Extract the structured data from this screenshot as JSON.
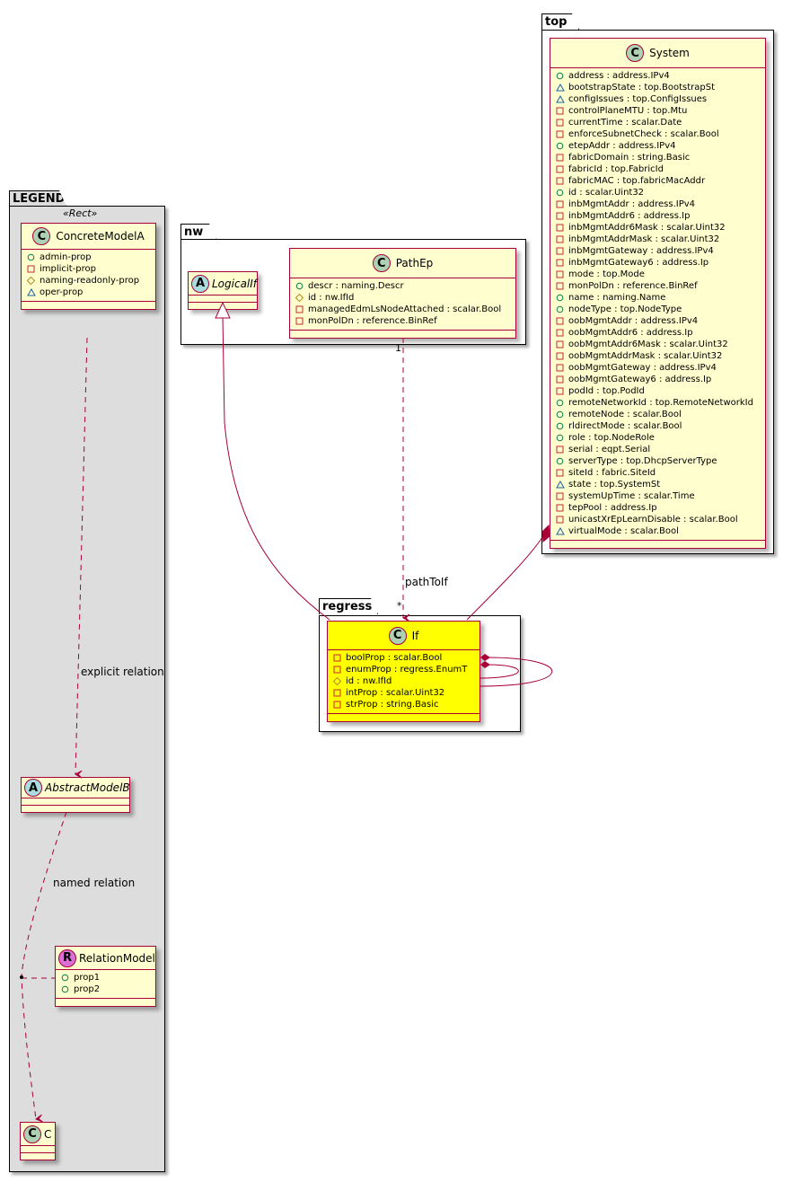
{
  "packages": {
    "top": "top",
    "nw": "nw",
    "regress": "regress",
    "legend": "LEGEND"
  },
  "legend": {
    "stereotype": "«Rect»",
    "concrete": {
      "name": "ConcreteModelA",
      "icon": "C",
      "attrs": [
        {
          "vis": "public",
          "text": "admin-prop"
        },
        {
          "vis": "private",
          "text": "implicit-prop"
        },
        {
          "vis": "protected",
          "text": "naming-readonly-prop"
        },
        {
          "vis": "package",
          "text": "oper-prop"
        }
      ]
    },
    "abstract": {
      "name": "AbstractModelB",
      "icon": "A"
    },
    "relation": {
      "name": "RelationModel",
      "icon": "R",
      "attrs": [
        {
          "vis": "public",
          "text": "prop1"
        },
        {
          "vis": "public",
          "text": "prop2"
        }
      ]
    },
    "c": {
      "name": "C",
      "icon": "C"
    },
    "explicit_relation_label": "explicit relation",
    "named_relation_label": "named relation"
  },
  "nw": {
    "logicalif": {
      "name": "LogicalIf",
      "icon": "A"
    },
    "pathep": {
      "name": "PathEp",
      "icon": "C",
      "attrs": [
        {
          "vis": "public",
          "text": "descr : naming.Descr"
        },
        {
          "vis": "protected",
          "text": "id : nw.IfId"
        },
        {
          "vis": "private",
          "text": "managedEdmLsNodeAttached : scalar.Bool"
        },
        {
          "vis": "private",
          "text": "monPolDn : reference.BinRef"
        }
      ]
    }
  },
  "regress": {
    "if": {
      "name": "If",
      "icon": "C",
      "attrs": [
        {
          "vis": "private",
          "text": "boolProp : scalar.Bool"
        },
        {
          "vis": "private",
          "text": "enumProp : regress.EnumT"
        },
        {
          "vis": "protected",
          "text": "id : nw.IfId"
        },
        {
          "vis": "private",
          "text": "intProp : scalar.Uint32"
        },
        {
          "vis": "private",
          "text": "strProp : string.Basic"
        }
      ]
    }
  },
  "relations": {
    "pathToIf_label": "pathToIf",
    "pathToIf_source_mult": "1",
    "pathToIf_target_mult": "*"
  },
  "top": {
    "system": {
      "name": "System",
      "icon": "C",
      "attrs": [
        {
          "vis": "public",
          "text": "address : address.IPv4"
        },
        {
          "vis": "package",
          "text": "bootstrapState : top.BootstrapSt"
        },
        {
          "vis": "package",
          "text": "configIssues : top.ConfigIssues"
        },
        {
          "vis": "private",
          "text": "controlPlaneMTU : top.Mtu"
        },
        {
          "vis": "private",
          "text": "currentTime : scalar.Date"
        },
        {
          "vis": "private",
          "text": "enforceSubnetCheck : scalar.Bool"
        },
        {
          "vis": "public",
          "text": "etepAddr : address.IPv4"
        },
        {
          "vis": "private",
          "text": "fabricDomain : string.Basic"
        },
        {
          "vis": "private",
          "text": "fabricId : top.FabricId"
        },
        {
          "vis": "private",
          "text": "fabricMAC : top.fabricMacAddr"
        },
        {
          "vis": "public",
          "text": "id : scalar.Uint32"
        },
        {
          "vis": "private",
          "text": "inbMgmtAddr : address.IPv4"
        },
        {
          "vis": "private",
          "text": "inbMgmtAddr6 : address.Ip"
        },
        {
          "vis": "private",
          "text": "inbMgmtAddr6Mask : scalar.Uint32"
        },
        {
          "vis": "private",
          "text": "inbMgmtAddrMask : scalar.Uint32"
        },
        {
          "vis": "private",
          "text": "inbMgmtGateway : address.IPv4"
        },
        {
          "vis": "private",
          "text": "inbMgmtGateway6 : address.Ip"
        },
        {
          "vis": "private",
          "text": "mode : top.Mode"
        },
        {
          "vis": "private",
          "text": "monPolDn : reference.BinRef"
        },
        {
          "vis": "public",
          "text": "name : naming.Name"
        },
        {
          "vis": "public",
          "text": "nodeType : top.NodeType"
        },
        {
          "vis": "private",
          "text": "oobMgmtAddr : address.IPv4"
        },
        {
          "vis": "private",
          "text": "oobMgmtAddr6 : address.Ip"
        },
        {
          "vis": "private",
          "text": "oobMgmtAddr6Mask : scalar.Uint32"
        },
        {
          "vis": "private",
          "text": "oobMgmtAddrMask : scalar.Uint32"
        },
        {
          "vis": "private",
          "text": "oobMgmtGateway : address.IPv4"
        },
        {
          "vis": "private",
          "text": "oobMgmtGateway6 : address.Ip"
        },
        {
          "vis": "private",
          "text": "podId : top.PodId"
        },
        {
          "vis": "public",
          "text": "remoteNetworkId : top.RemoteNetworkId"
        },
        {
          "vis": "public",
          "text": "remoteNode : scalar.Bool"
        },
        {
          "vis": "public",
          "text": "rldirectMode : scalar.Bool"
        },
        {
          "vis": "public",
          "text": "role : top.NodeRole"
        },
        {
          "vis": "private",
          "text": "serial : eqpt.Serial"
        },
        {
          "vis": "public",
          "text": "serverType : top.DhcpServerType"
        },
        {
          "vis": "private",
          "text": "siteId : fabric.SiteId"
        },
        {
          "vis": "package",
          "text": "state : top.SystemSt"
        },
        {
          "vis": "private",
          "text": "systemUpTime : scalar.Time"
        },
        {
          "vis": "private",
          "text": "tepPool : address.Ip"
        },
        {
          "vis": "private",
          "text": "unicastXrEpLearnDisable : scalar.Bool"
        },
        {
          "vis": "package",
          "text": "virtualMode : scalar.Bool"
        }
      ]
    }
  },
  "colors": {
    "border": "#a80036",
    "class_bg": "#fefece",
    "highlight_bg": "#ffff00",
    "legend_bg": "#dddddd",
    "public": "#038048",
    "private": "#c82930",
    "protected": "#b38d22",
    "package": "#1963a0"
  }
}
